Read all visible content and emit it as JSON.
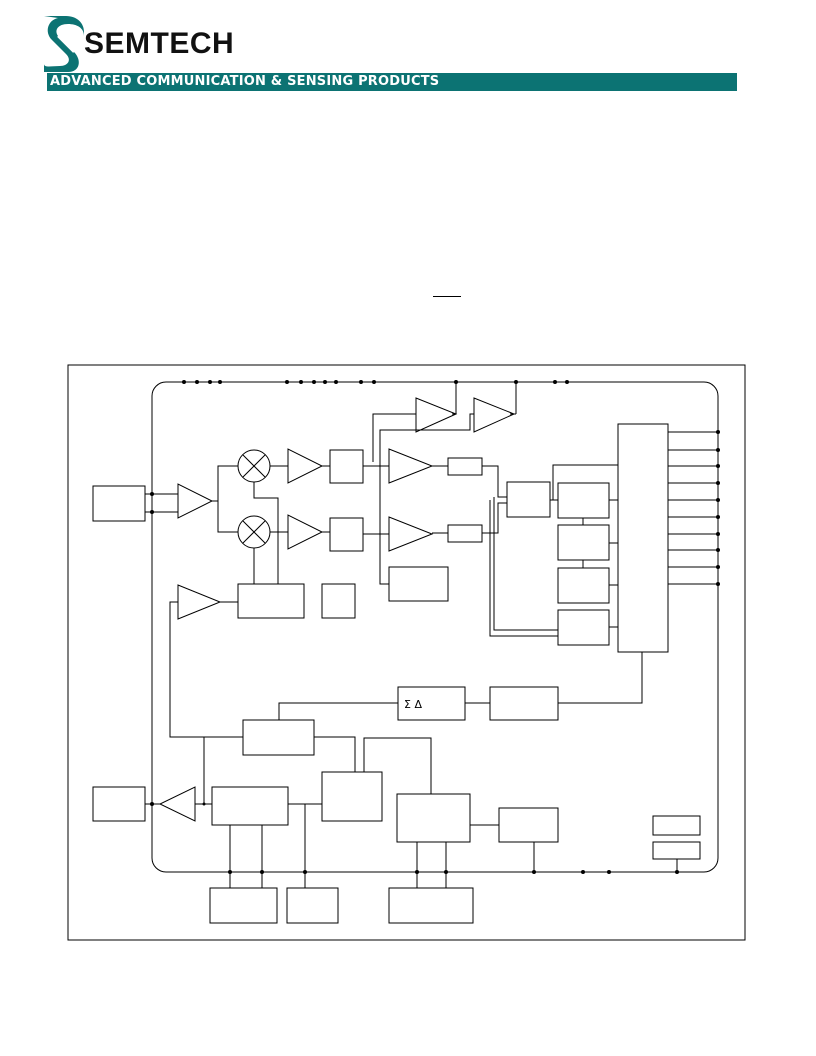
{
  "header": {
    "brand_name": "SEMTECH",
    "tagline": "ADVANCED COMMUNICATION & SENSING PRODUCTS",
    "brand_color": "#0c7373"
  },
  "diagram": {
    "modulator_label": "Σ Δ"
  }
}
